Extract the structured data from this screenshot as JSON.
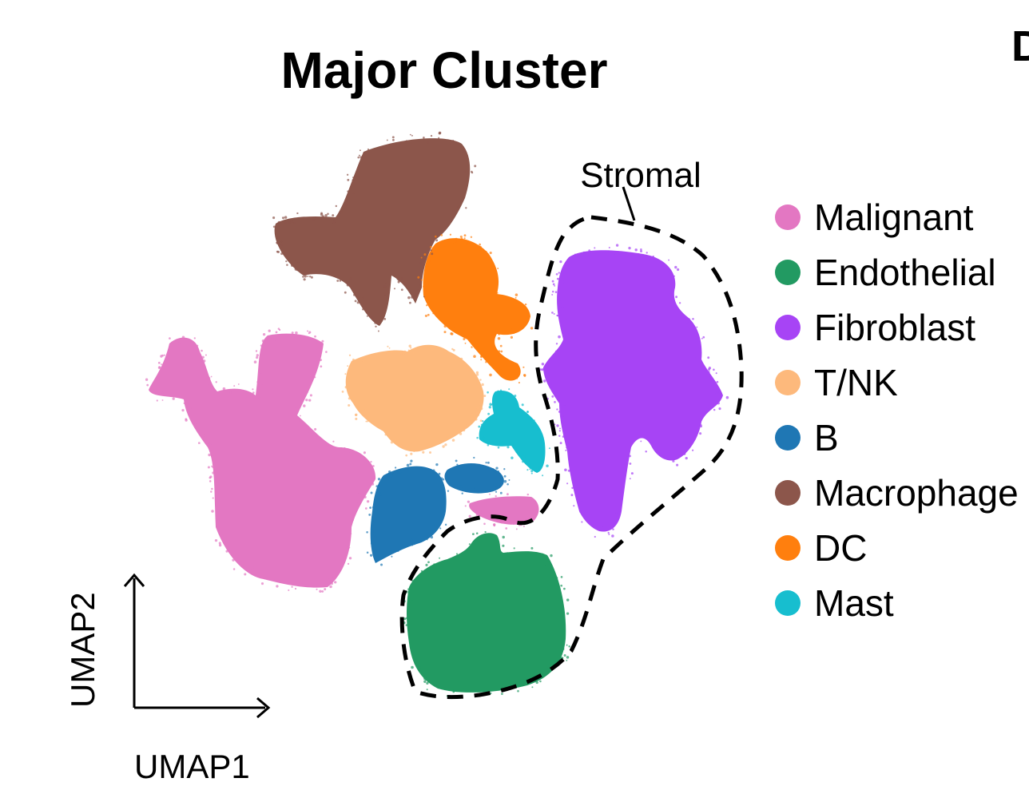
{
  "chart_data": {
    "type": "scatter",
    "title": "Major Cluster",
    "panel_letter": "D",
    "xlabel": "UMAP1",
    "ylabel": "UMAP2",
    "grid": false,
    "legend_position": "right",
    "annotation": "Stromal",
    "clusters": [
      {
        "name": "Malignant",
        "color": "#e377c2"
      },
      {
        "name": "Endothelial",
        "color": "#229a62"
      },
      {
        "name": "Fibroblast",
        "color": "#a744f5"
      },
      {
        "name": "T/NK",
        "color": "#fdb97c"
      },
      {
        "name": "B",
        "color": "#1f77b4"
      },
      {
        "name": "Macrophage",
        "color": "#8c564b"
      },
      {
        "name": "DC",
        "color": "#ff7f0e"
      },
      {
        "name": "Mast",
        "color": "#17becf"
      }
    ]
  }
}
